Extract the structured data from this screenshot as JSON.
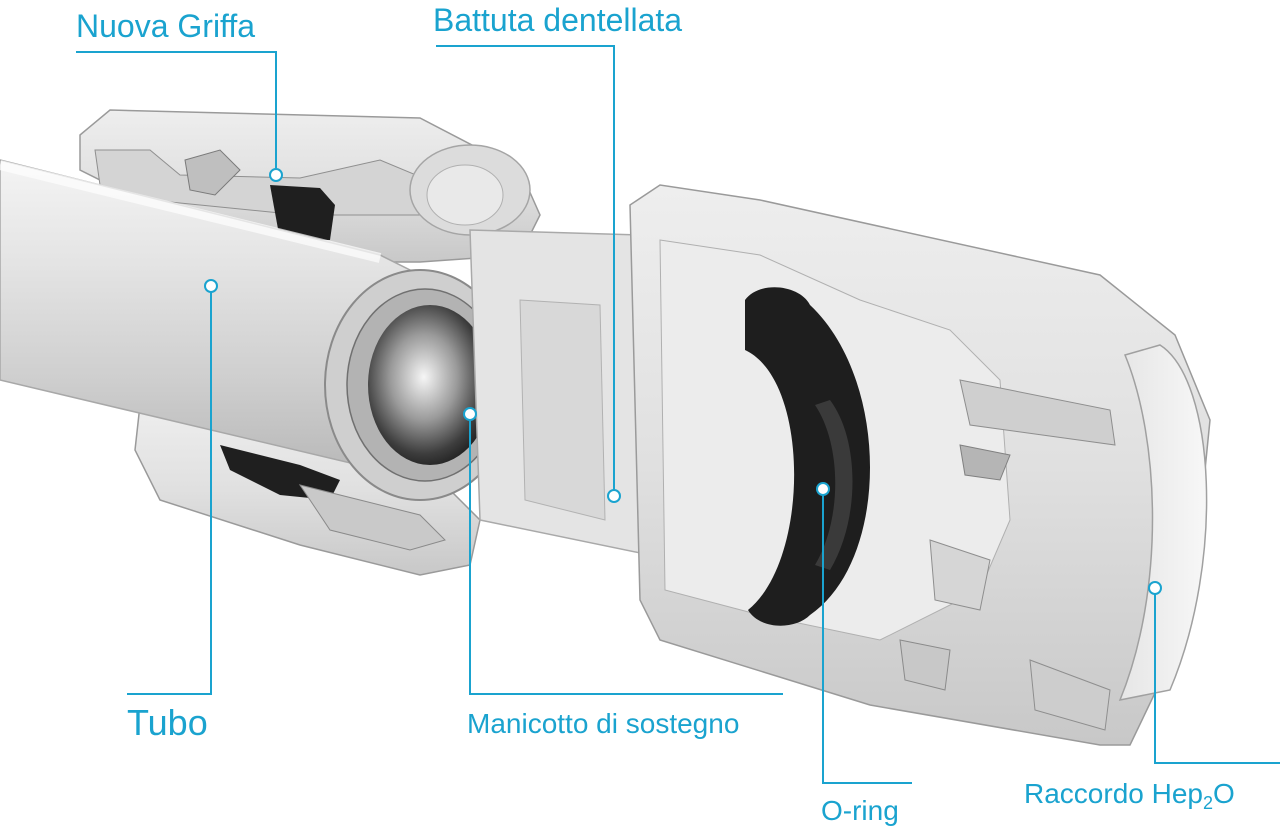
{
  "accent_color": "#1aa3cf",
  "labels": {
    "nuova_griffa": "Nuova Griffa",
    "battuta_dentellata": "Battuta dentellata",
    "tubo": "Tubo",
    "manicotto": "Manicotto di sostegno",
    "oring": "O-ring",
    "raccordo_main": "Raccordo Hep",
    "raccordo_sub": "2",
    "raccordo_end": "O"
  }
}
